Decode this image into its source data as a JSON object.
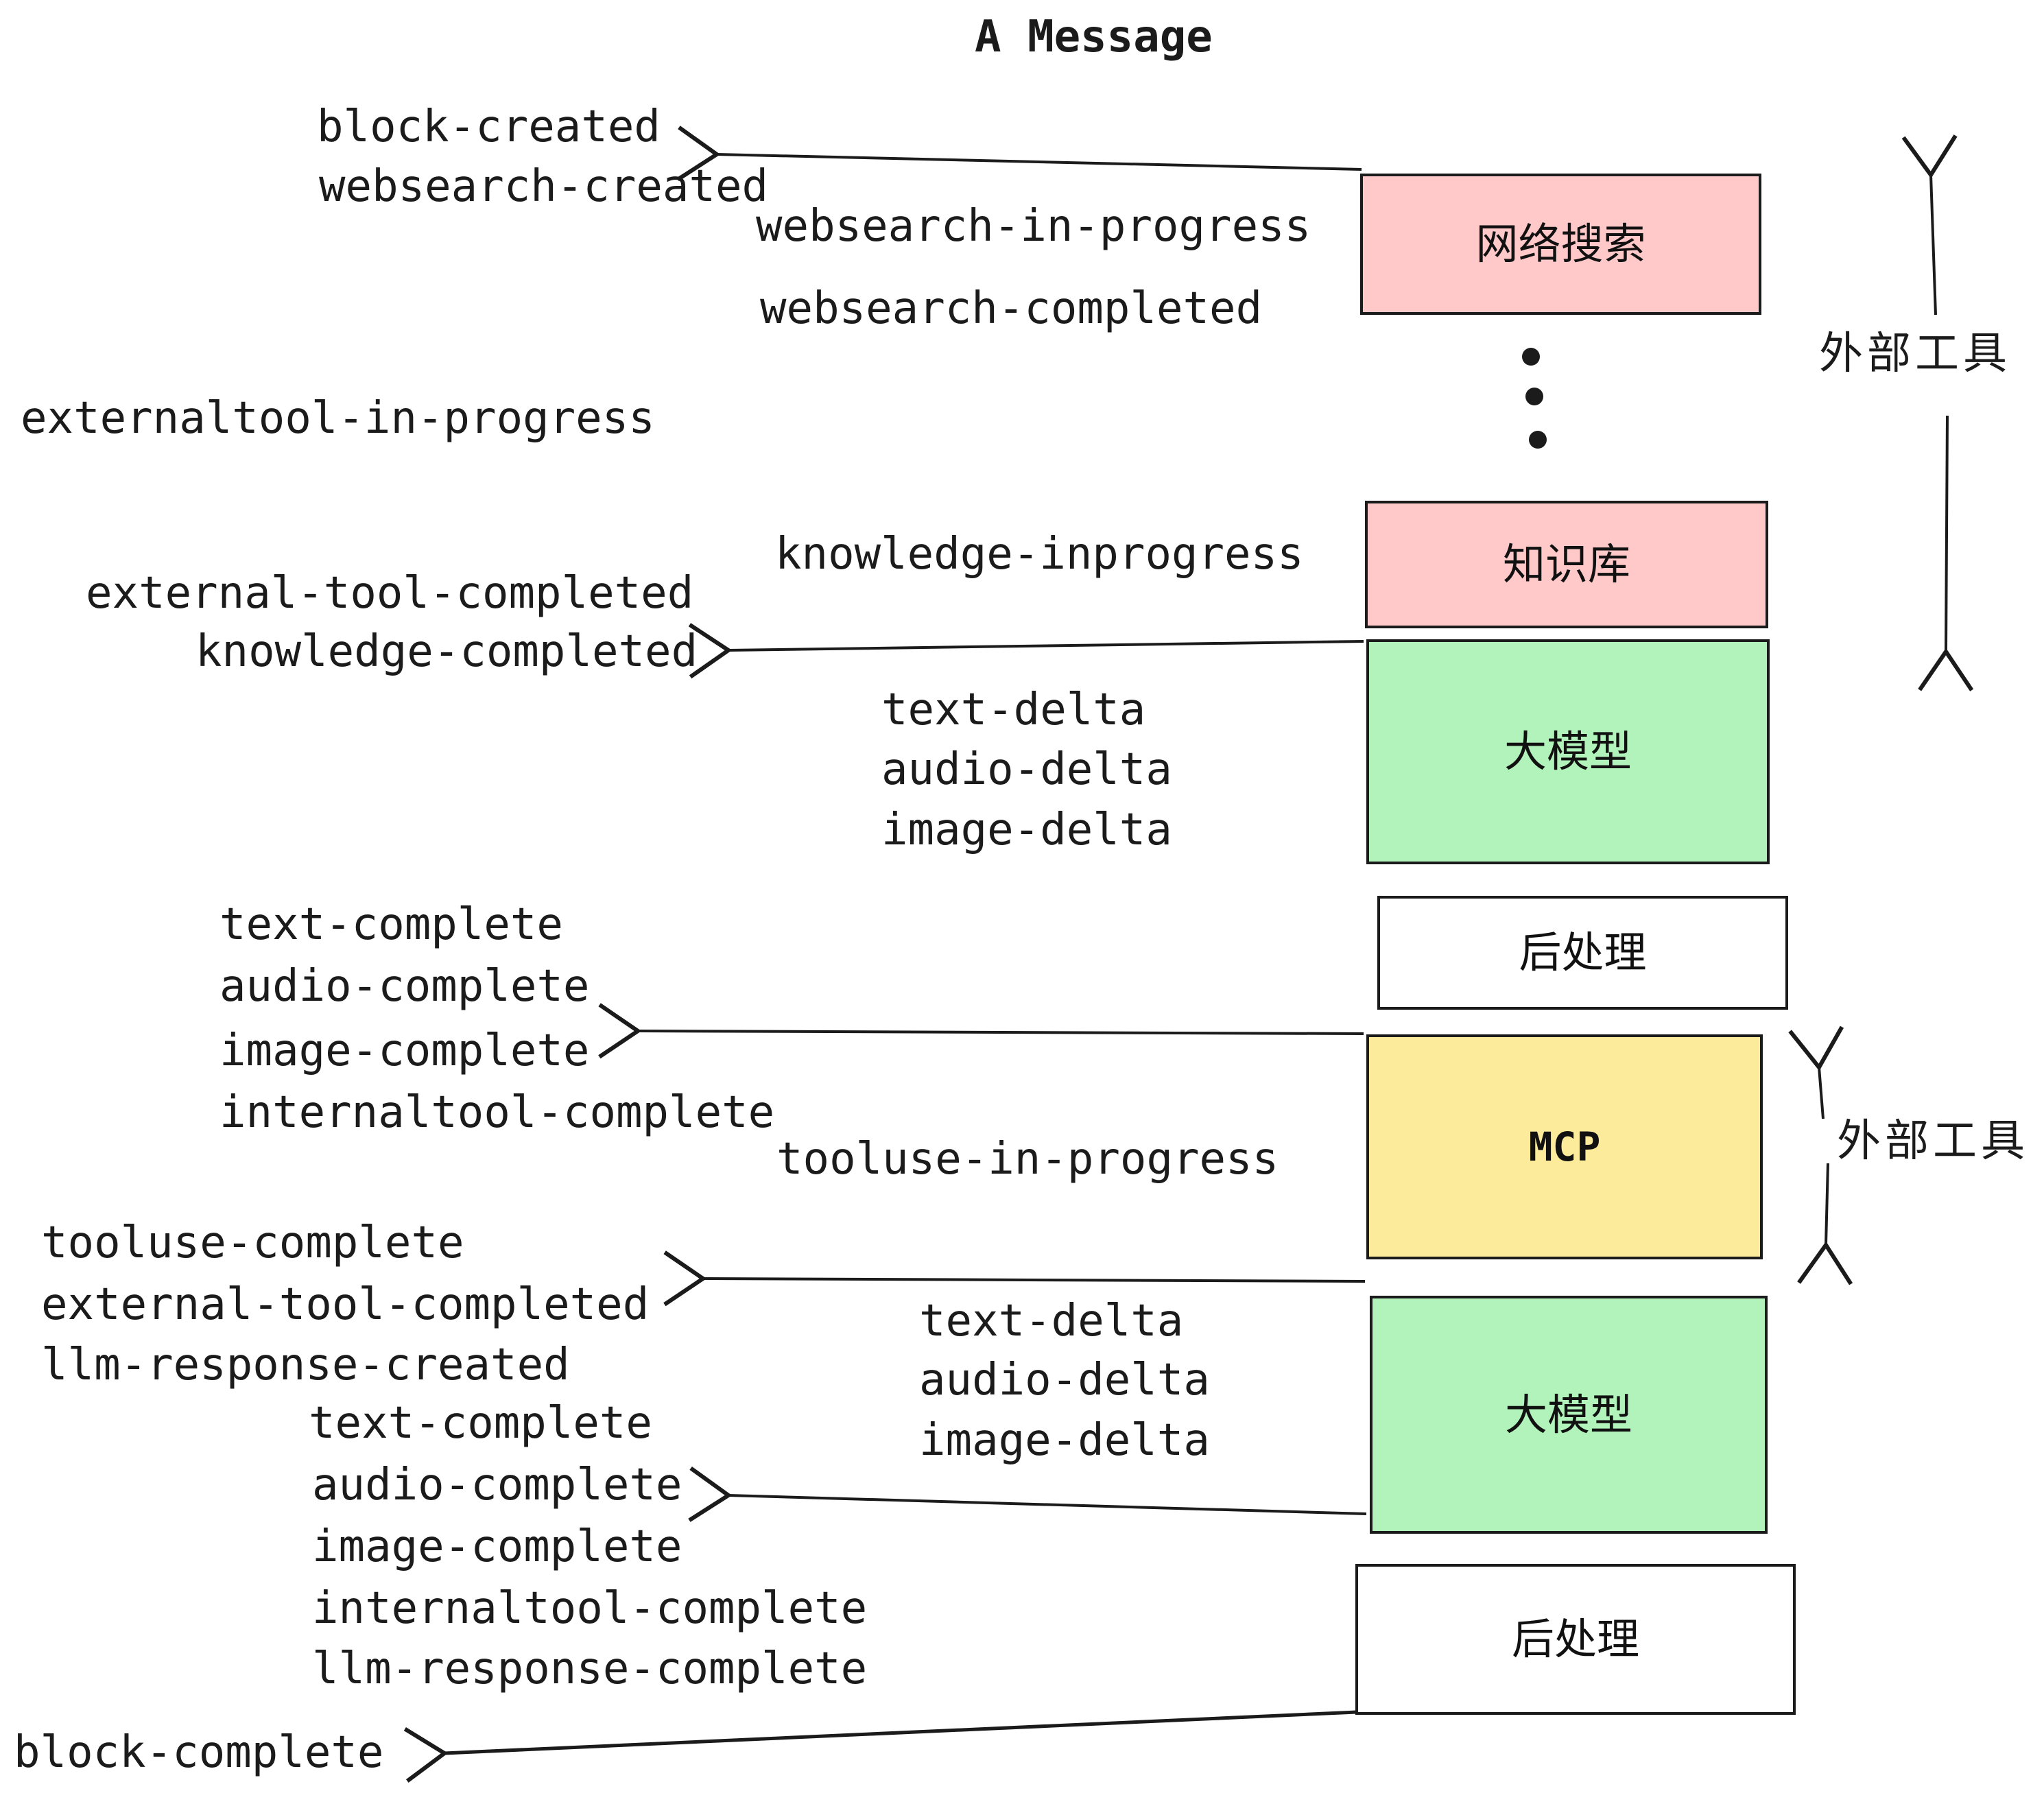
{
  "title": "A Message",
  "colors": {
    "pink": "#ffc9c9",
    "green": "#b2f2bb",
    "yellow": "#fdeb9c",
    "white": "#ffffff",
    "stroke": "#1b1b1b"
  },
  "boxes": [
    {
      "label": "网络搜索"
    },
    {
      "label": "知识库"
    },
    {
      "label": "大模型"
    },
    {
      "label": "后处理"
    },
    {
      "label": "MCP"
    },
    {
      "label": "大模型"
    },
    {
      "label": "后处理"
    }
  ],
  "side_labels": {
    "top": "外部工具",
    "bottom": "外部工具"
  },
  "events": {
    "block_created": "block-created",
    "websearch_created": "websearch-created",
    "websearch_in_progress": "websearch-in-progress",
    "websearch_completed": "websearch-completed",
    "externaltool_in_progress": "externaltool-in-progress",
    "knowledge_inprogress": "knowledge-inprogress",
    "external_tool_completed": "external-tool-completed",
    "knowledge_completed": "knowledge-completed",
    "text_delta": "text-delta",
    "audio_delta": "audio-delta",
    "image_delta": "image-delta",
    "text_complete": "text-complete",
    "audio_complete": "audio-complete",
    "image_complete": "image-complete",
    "internaltool_complete": "internaltool-complete",
    "tooluse_in_progress": "tooluse-in-progress",
    "tooluse_complete": "tooluse-complete",
    "llm_response_created": "llm-response-created",
    "llm_response_complete": "llm-response-complete",
    "block_complete": "block-complete"
  }
}
